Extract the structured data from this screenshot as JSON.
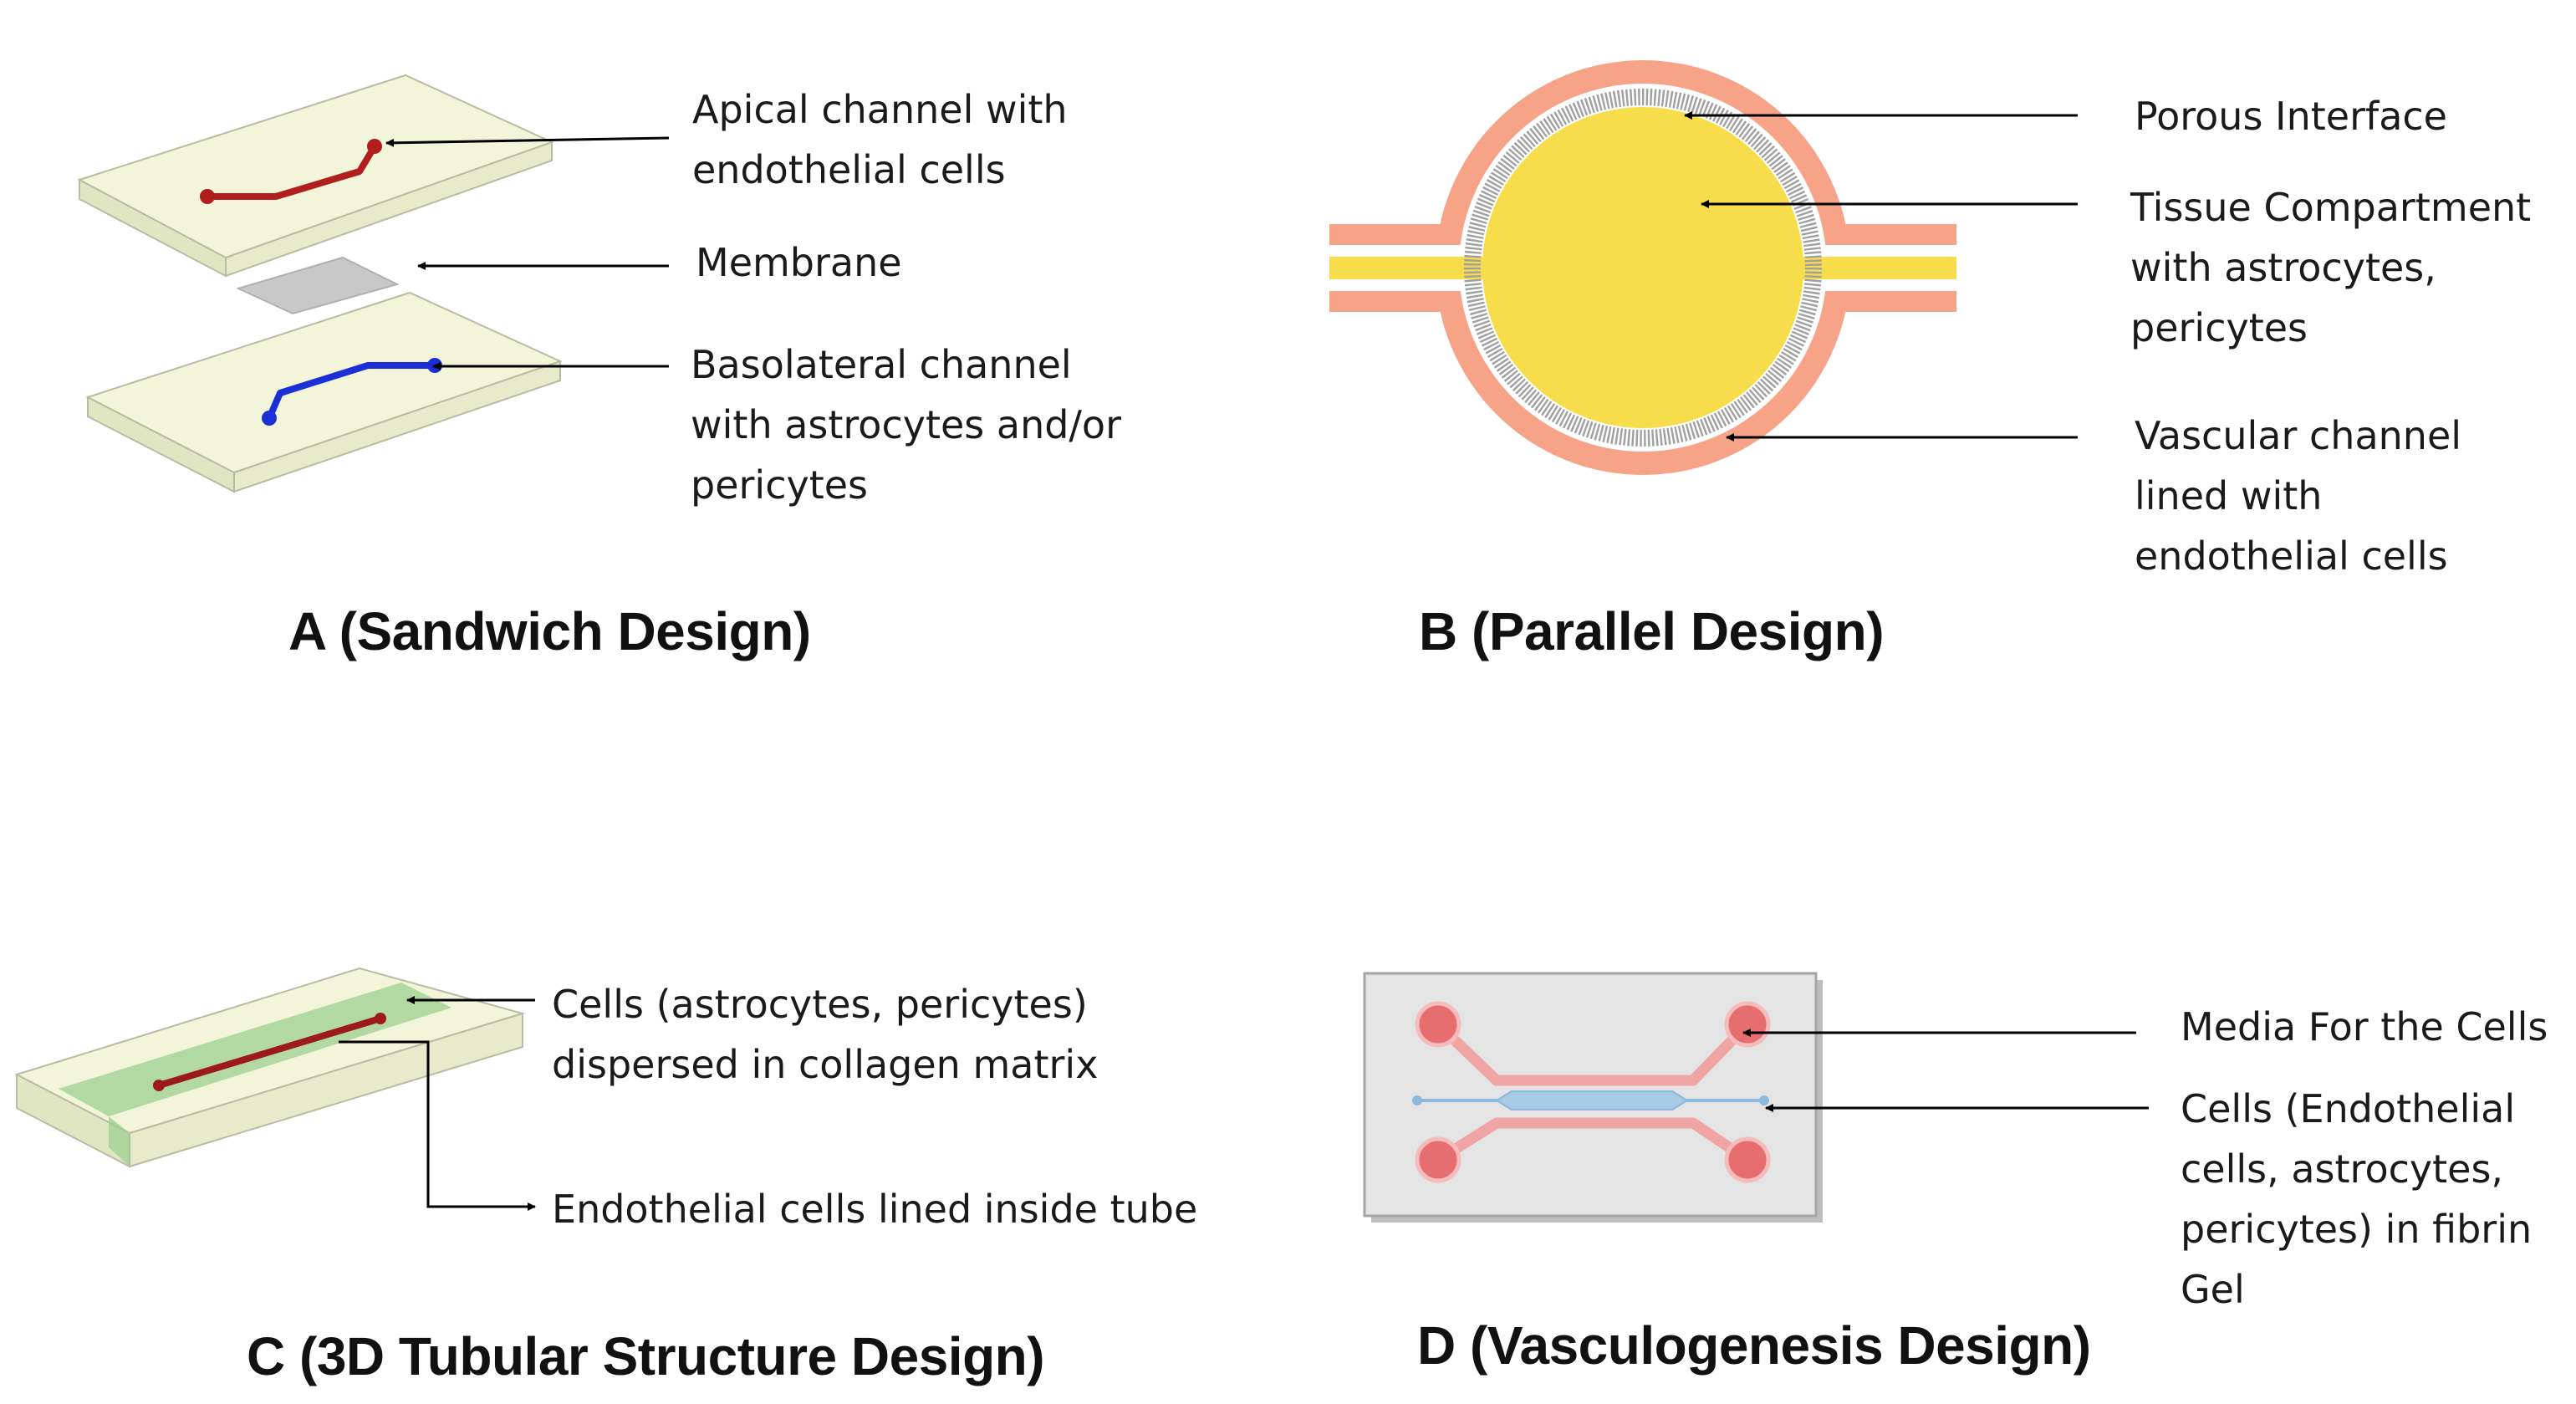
{
  "panel_a": {
    "labels": {
      "apical": [
        "Apical channel with",
        "endothelial cells"
      ],
      "membrane": [
        "Membrane"
      ],
      "basolateral": [
        "Basolateral  channel",
        "with astrocytes and/or",
        "pericytes"
      ]
    },
    "caption": "A (Sandwich Design)"
  },
  "panel_b": {
    "labels": {
      "porous": [
        "Porous Interface"
      ],
      "tissue": [
        "Tissue Compartment",
        "with astrocytes,",
        "pericytes"
      ],
      "vascular": [
        "Vascular channel",
        "lined with",
        "endothelial cells"
      ]
    },
    "caption": "B (Parallel Design)"
  },
  "panel_c": {
    "labels": {
      "cells": [
        "Cells (astrocytes, pericytes)",
        "dispersed in collagen matrix"
      ],
      "endothelial": [
        "Endothelial cells lined inside tube"
      ]
    },
    "caption": "C (3D Tubular Structure Design)"
  },
  "panel_d": {
    "labels": {
      "media": [
        "Media For the Cells"
      ],
      "cells": [
        "Cells (Endothelial",
        "cells, astrocytes,",
        "pericytes) in fibrin",
        "Gel"
      ]
    },
    "caption": "D (Vasculogenesis Design)"
  },
  "colors": {
    "chip_top": "#f2f5d9",
    "chip_side": "#e1e6c2",
    "apical_channel": "#b01e1e",
    "basolateral_channel": "#1a2fd6",
    "membrane": "#c8c8c8",
    "vascular_ring": "#f7a387",
    "tissue": "#f7dd4c",
    "collagen": "#9ccf8e",
    "media_port": "#e76e6e",
    "gel_channel": "#a8cbe6",
    "device_bg": "#e4e4e4"
  }
}
